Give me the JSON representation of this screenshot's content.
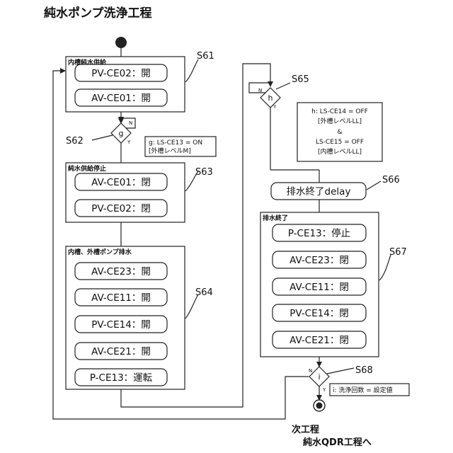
{
  "title": "純水ポンプ洗浄工程",
  "groups": {
    "s61": {
      "label": "内槽純水供給",
      "step": "S61",
      "actions": [
        "PV-CE02：開",
        "AV-CE01：開"
      ]
    },
    "s63": {
      "label": "純水供給停止",
      "step": "S63",
      "actions": [
        "AV-CE01：閉",
        "PV-CE02：閉"
      ]
    },
    "s64": {
      "label": "内槽、外槽ポンプ排水",
      "step": "S64",
      "actions": [
        "AV-CE23：開",
        "AV-CE11：開",
        "PV-CE14：開",
        "AV-CE21：開",
        "P-CE13：運転"
      ]
    },
    "s67": {
      "label": "排水終了",
      "step": "S67",
      "actions": [
        "P-CE13：停止",
        "AV-CE23：閉",
        "AV-CE11：閉",
        "PV-CE14：閉",
        "AV-CE21：閉"
      ]
    }
  },
  "decisions": {
    "g": {
      "letter": "g",
      "step": "S62",
      "yes": "Y",
      "no": "N",
      "note": [
        "g: LS-CE13 = ON",
        "[外槽レベルM]"
      ]
    },
    "h": {
      "letter": "h",
      "step": "S65",
      "yes": "Y",
      "no": "N",
      "note": [
        "h: LS-CE14 = OFF",
        "[外槽レベルLL]",
        "&",
        "LS-CE15 = OFF",
        "[内槽レベルLL]"
      ]
    },
    "i": {
      "letter": "i",
      "step": "S68",
      "yes": "Y",
      "no": "N",
      "note": [
        "i: 洗浄回数 = 設定値"
      ]
    }
  },
  "delay": {
    "label": "排水終了delay",
    "step": "S66"
  },
  "next": [
    "次工程",
    "純水QDR工程へ"
  ]
}
